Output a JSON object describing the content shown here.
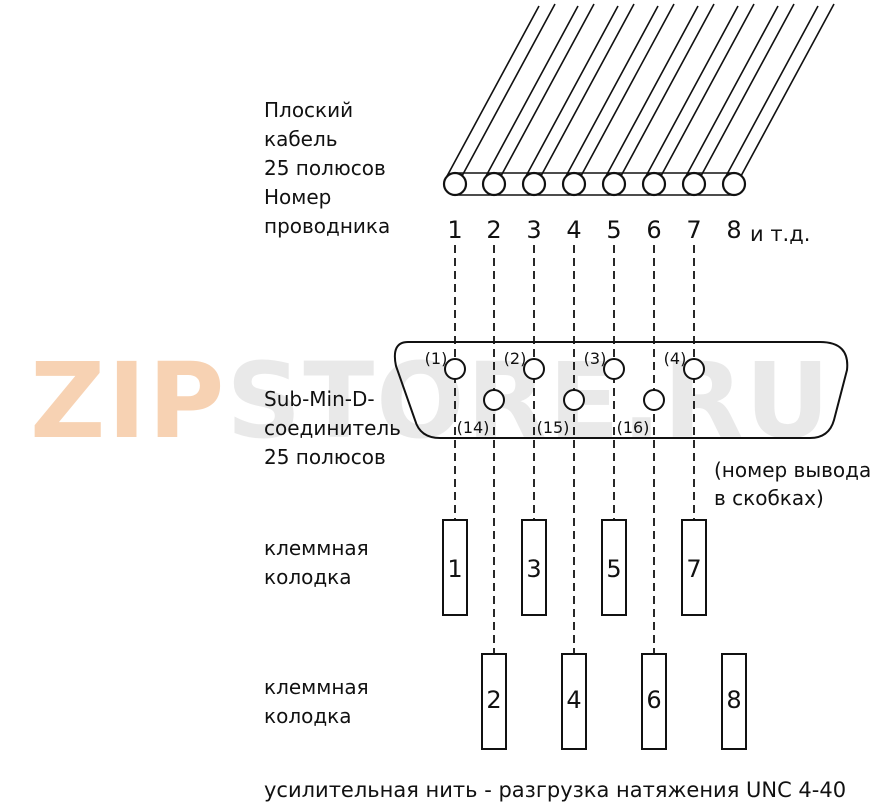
{
  "labels": {
    "cable_line1": "Плоский",
    "cable_line2": "кабель",
    "cable_line3": "25 полюсов",
    "cable_line4": "Номер",
    "cable_line5": "проводника",
    "etc": "и т.д.",
    "connector_line1": "Sub-Min-D-",
    "connector_line2": "соединитель",
    "connector_line3": "25 полюсов",
    "pin_note_line1": "(номер вывода",
    "pin_note_line2": "в скобках)",
    "block_upper_line1": "клеммная",
    "block_upper_line2": "колодка",
    "block_lower_line1": "клеммная",
    "block_lower_line2": "колодка",
    "footer": "усилительная нить - разгрузка натяжения UNC 4-40"
  },
  "conductors": [
    "1",
    "2",
    "3",
    "4",
    "5",
    "6",
    "7",
    "8"
  ],
  "upper_pins": [
    "(1)",
    "(2)",
    "(3)",
    "(4)"
  ],
  "lower_pins": [
    "(14)",
    "(15)",
    "(16)"
  ],
  "upper_blocks": [
    "1",
    "3",
    "5",
    "7"
  ],
  "lower_blocks": [
    "2",
    "4",
    "6",
    "8"
  ],
  "watermark": {
    "text_left": "ZIP",
    "text_right": "STORE.RU",
    "color_left": "#f5c49a",
    "color_right": "#d8d8d8"
  },
  "colors": {
    "line": "#111111",
    "background": "#ffffff"
  }
}
